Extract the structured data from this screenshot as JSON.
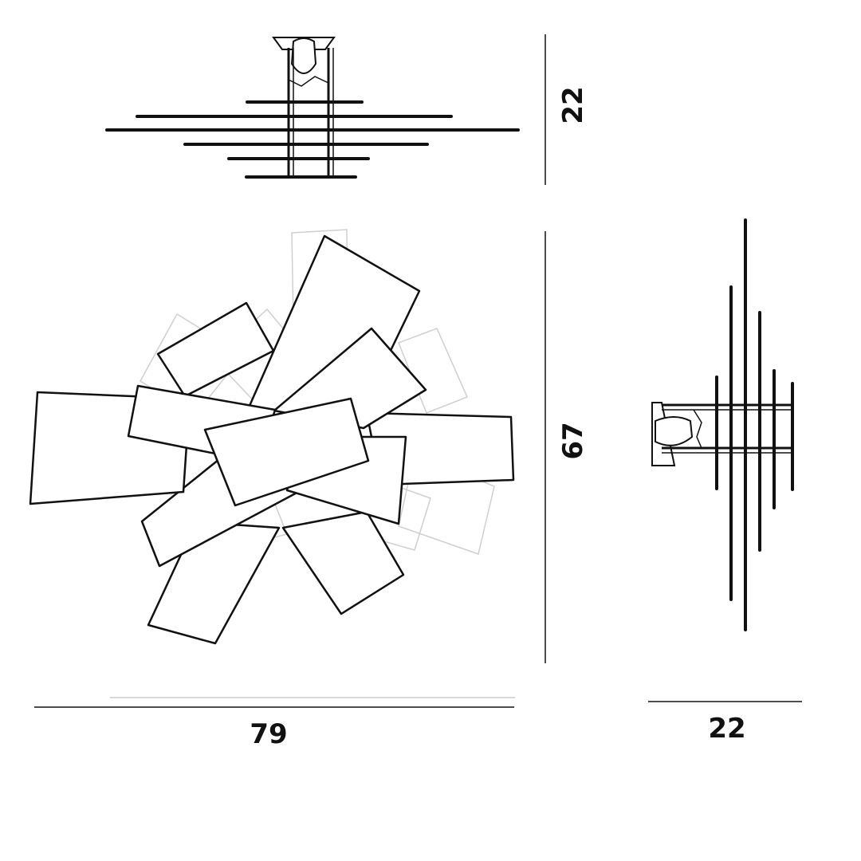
{
  "dimensions": {
    "top_view_height": "22",
    "front_view_height": "67",
    "front_view_width": "79",
    "side_view_width": "22"
  },
  "colors": {
    "line": "#111111",
    "faint": "#cccccc",
    "background": "#ffffff"
  }
}
